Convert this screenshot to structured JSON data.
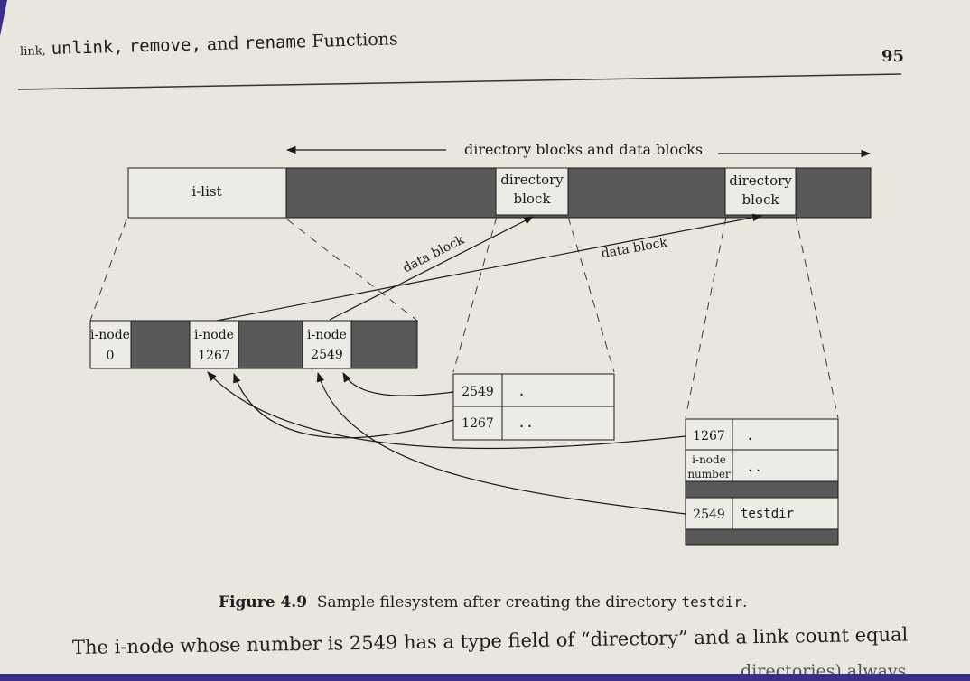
{
  "header": {
    "running_head_words": [
      "link,",
      "unlink,",
      "remove,",
      "and",
      "rename",
      "Functions"
    ],
    "page_number": "95"
  },
  "figure": {
    "top_banner": "directory blocks and data blocks",
    "ilist_label": "i-list",
    "dir_block_1": [
      "directory",
      "block"
    ],
    "dir_block_2": [
      "directory",
      "block"
    ],
    "data_block_1": "data block",
    "data_block_2": "data block",
    "inodes": [
      {
        "label": "i-node",
        "number": "0"
      },
      {
        "label": "i-node",
        "number": "1267"
      },
      {
        "label": "i-node",
        "number": "2549"
      }
    ],
    "dir1_entries": [
      {
        "inode": "2549",
        "name": "."
      },
      {
        "inode": "1267",
        "name": ".."
      }
    ],
    "dir2_entries": [
      {
        "inode": "1267",
        "name": "."
      },
      {
        "inode": "i-node number",
        "inode_lines": [
          "i-node",
          "number"
        ],
        "name": ".."
      },
      {
        "inode": "2549",
        "name": "testdir"
      }
    ]
  },
  "caption": {
    "label": "Figure 4.9",
    "text_before": "Sample filesystem after creating the directory",
    "code": "testdir",
    "text_after": "."
  },
  "body": {
    "line1": "The i-node whose number is 2549 has a type field of “directory” and a link count equal",
    "line2": "directories) always"
  },
  "colors": {
    "paper": "#e9e6de",
    "dark_fill": "#585858",
    "background": "#3b2f8a"
  }
}
